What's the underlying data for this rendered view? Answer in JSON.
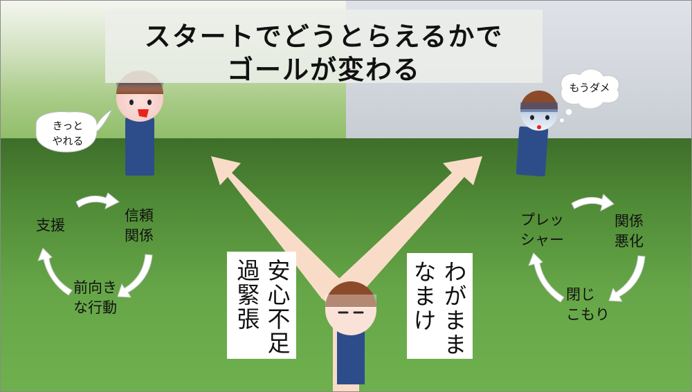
{
  "title": {
    "line1": "スタートでどうとらえるかで",
    "line2": "ゴールが変わる"
  },
  "left_bubble": {
    "line1": "きっと",
    "line2": "やれる"
  },
  "right_bubble": {
    "text": "もうダメ"
  },
  "left_cycle": {
    "trust": [
      "信頼",
      "関係"
    ],
    "support": "支援",
    "action": [
      "前向き",
      "な行動"
    ]
  },
  "right_cycle": {
    "pressure": [
      "プレッ",
      "シャー"
    ],
    "relationship": [
      "関係",
      "悪化"
    ],
    "withdraw": [
      "閉じ",
      "こもり"
    ]
  },
  "left_box": {
    "text": "安心不足\n過緊張"
  },
  "right_box": {
    "text": "わがまま\nなまけ"
  },
  "colors": {
    "arrow_fill": "#f9dcc8",
    "body_blue": "#2c4d8a",
    "face_skin": "#f8d6d2",
    "hair_brown": "#8b4a2a",
    "mouth_red": "#e8241a"
  }
}
